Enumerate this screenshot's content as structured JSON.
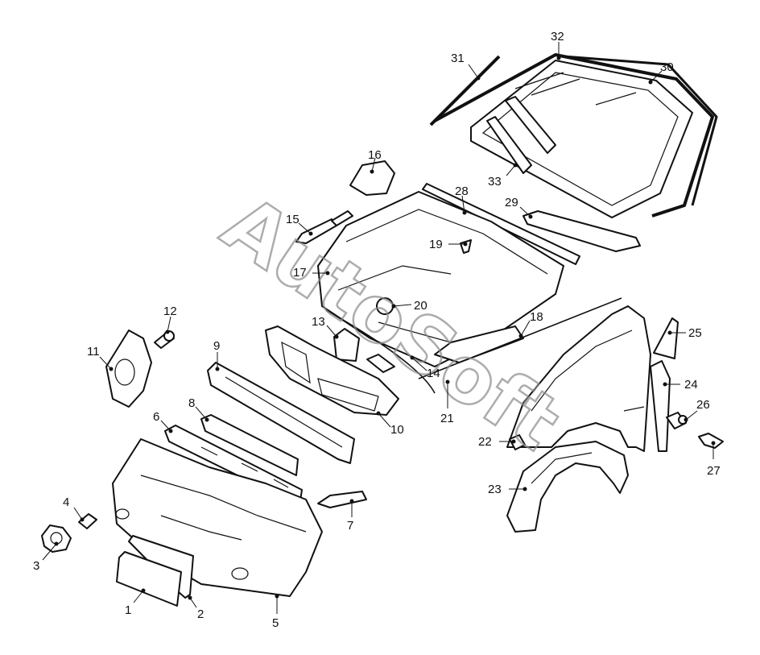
{
  "watermark": "AutoSoft",
  "callouts": [
    "1",
    "2",
    "3",
    "4",
    "5",
    "6",
    "7",
    "7",
    "8",
    "9",
    "10",
    "11",
    "12",
    "13",
    "14",
    "15",
    "16",
    "17",
    "18",
    "19",
    "20",
    "21",
    "22",
    "23",
    "24",
    "25",
    "26",
    "27",
    "28",
    "29",
    "30",
    "31",
    "32",
    "33"
  ]
}
